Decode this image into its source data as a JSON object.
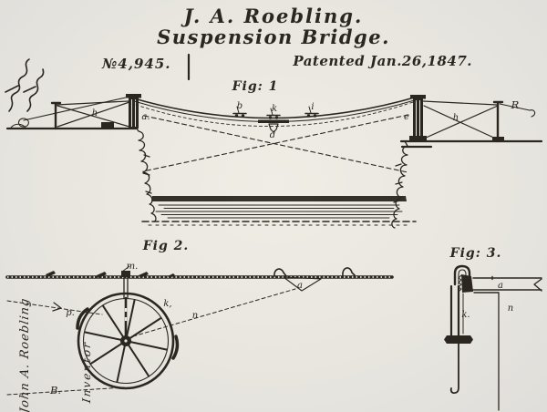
{
  "header": {
    "inventor_name": "J. A. Roebling.",
    "patent_title": "Suspension Bridge.",
    "patent_number": "№4,945.",
    "patent_date": "Patented Jan.26,1847."
  },
  "figures": {
    "fig1": {
      "caption": "Fig: 1",
      "part_labels": {
        "a": "a.",
        "h": "h",
        "b": "b",
        "k": "k",
        "i": "i",
        "d": "d",
        "e": "e",
        "h2": "h",
        "R": "R"
      }
    },
    "fig2": {
      "caption": "Fig 2.",
      "part_labels": {
        "m": "m.",
        "k": "k,",
        "p": "p.",
        "n": "n",
        "B": "B.",
        "a": "a"
      }
    },
    "fig3": {
      "caption": "Fig: 3.",
      "part_labels": {
        "a": "a",
        "n": "n",
        "k": "k."
      }
    }
  },
  "margin": {
    "inventor_signature": "John A. Roebling",
    "inventor_role": "Inventor"
  },
  "colors": {
    "paper": "#e8e6df",
    "ink": "#2b2720"
  }
}
